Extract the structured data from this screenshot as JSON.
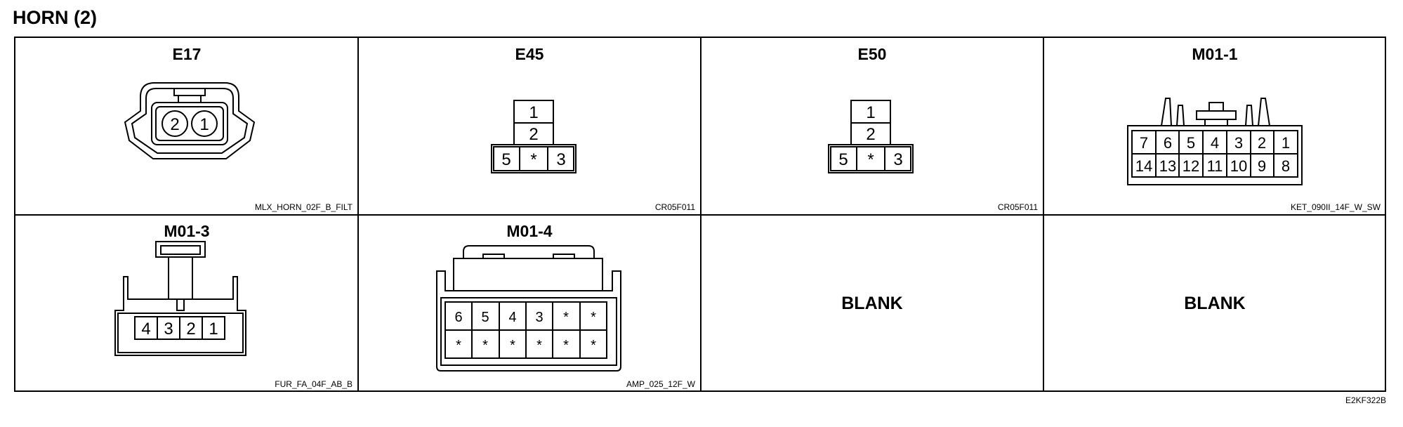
{
  "title": "HORN (2)",
  "reference": "E2KF322B",
  "connectors": [
    {
      "name": "E17",
      "code": "MLX_HORN_02F_B_FILT",
      "pins": [
        "2",
        "1"
      ]
    },
    {
      "name": "E45",
      "code": "CR05F011",
      "pins": [
        "1",
        "2",
        "5",
        "*",
        "3"
      ]
    },
    {
      "name": "E50",
      "code": "CR05F011",
      "pins": [
        "1",
        "2",
        "5",
        "*",
        "3"
      ]
    },
    {
      "name": "M01-1",
      "code": "KET_090II_14F_W_SW",
      "pins": [
        "7",
        "6",
        "5",
        "4",
        "3",
        "2",
        "1",
        "14",
        "13",
        "12",
        "11",
        "10",
        "9",
        "8"
      ]
    },
    {
      "name": "M01-3",
      "code": "FUR_FA_04F_AB_B",
      "pins": [
        "4",
        "3",
        "2",
        "1"
      ]
    },
    {
      "name": "M01-4",
      "code": "AMP_025_12F_W",
      "pins": [
        "6",
        "5",
        "4",
        "3",
        "*",
        "*",
        "*",
        "*",
        "*",
        "*",
        "*",
        "*"
      ]
    },
    {
      "name": "",
      "code": "",
      "blank_label": "BLANK"
    },
    {
      "name": "",
      "code": "",
      "blank_label": "BLANK"
    }
  ]
}
